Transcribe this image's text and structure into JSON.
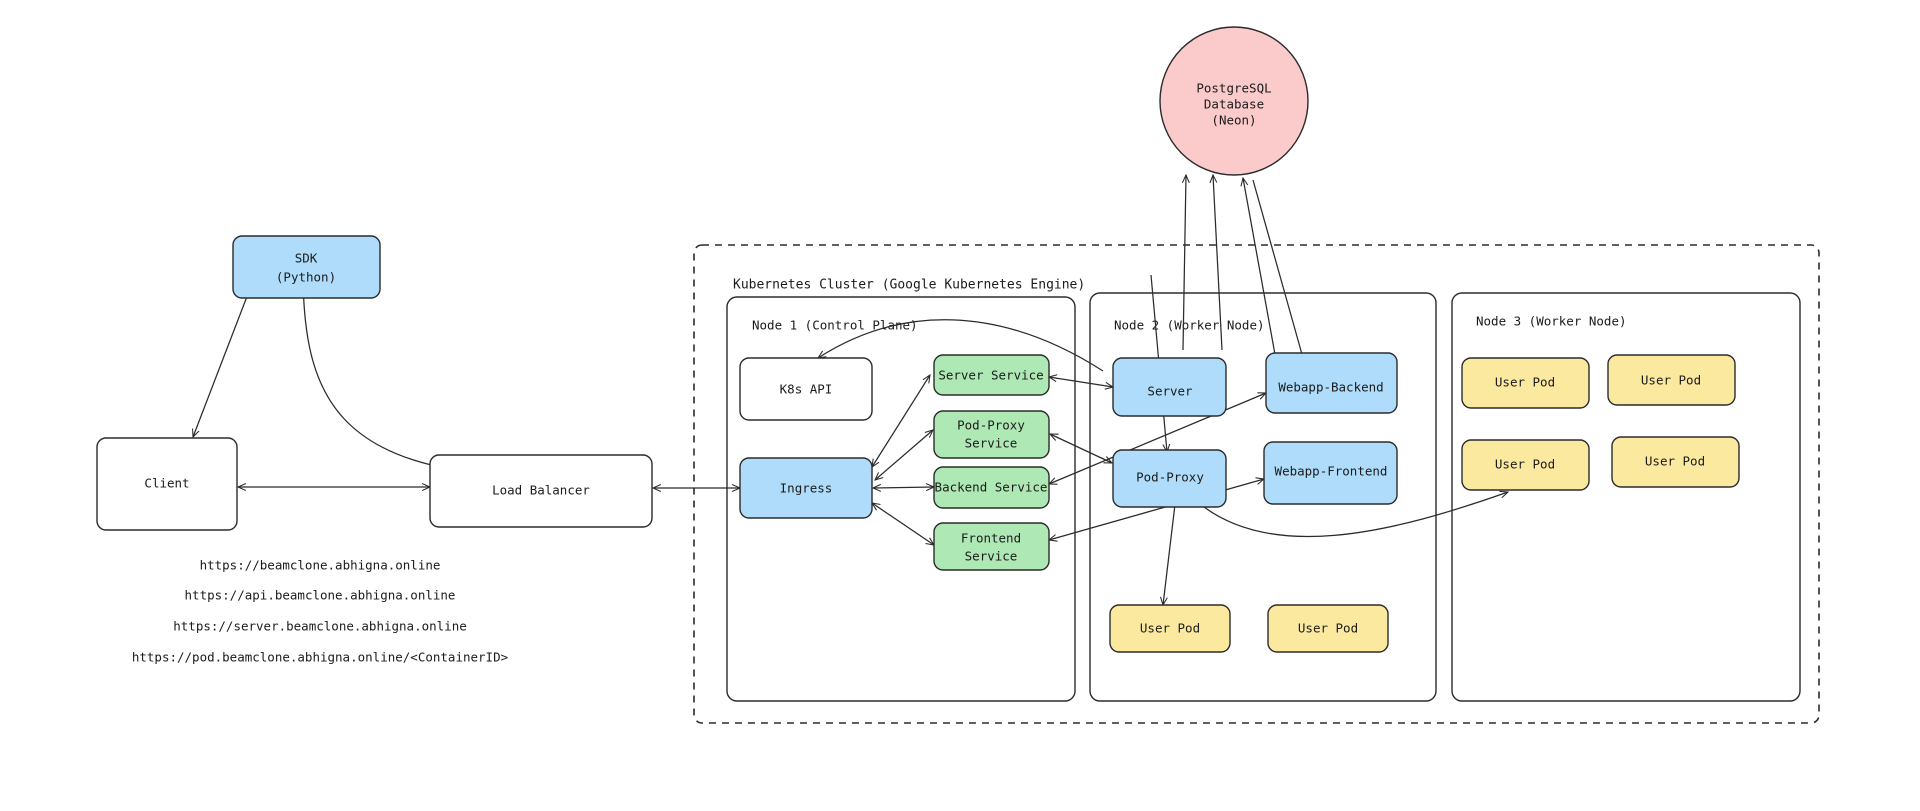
{
  "diagram": {
    "title": "Kubernetes deployment architecture",
    "colors": {
      "blue": "#aedcfa",
      "green": "#aee8b4",
      "yellow": "#fbe9a0",
      "pink": "#fbcbcb",
      "white": "#ffffff",
      "stroke": "#2b2b2b"
    }
  },
  "external": {
    "database": {
      "line1": "PostgreSQL",
      "line2": "Database",
      "line3": "(Neon)"
    },
    "sdk": {
      "line1": "SDK",
      "line2": "(Python)"
    },
    "client": {
      "label": "Client"
    },
    "load_balancer": {
      "label": "Load Balancer"
    }
  },
  "urls": [
    "https://beamclone.abhigna.online",
    "https://api.beamclone.abhigna.online",
    "https://server.beamclone.abhigna.online",
    "https://pod.beamclone.abhigna.online/<ContainerID>"
  ],
  "cluster": {
    "label": "Kubernetes Cluster (Google Kubernetes Engine)",
    "nodes": [
      {
        "label": "Node 1 (Control Plane)",
        "items": [
          {
            "label": "K8s API",
            "color": "white"
          },
          {
            "label": "Ingress",
            "color": "blue"
          },
          {
            "label": "Server Service",
            "color": "green"
          },
          {
            "line1": "Pod-Proxy",
            "line2": "Service",
            "color": "green"
          },
          {
            "label": "Backend Service",
            "color": "green"
          },
          {
            "line1": "Frontend",
            "line2": "Service",
            "color": "green"
          }
        ]
      },
      {
        "label": "Node 2 (Worker Node)",
        "items": [
          {
            "label": "Server",
            "color": "blue"
          },
          {
            "label": "Webapp-Backend",
            "color": "blue"
          },
          {
            "label": "Pod-Proxy",
            "color": "blue"
          },
          {
            "label": "Webapp-Frontend",
            "color": "blue"
          },
          {
            "label": "User Pod",
            "color": "yellow"
          },
          {
            "label": "User Pod",
            "color": "yellow"
          }
        ]
      },
      {
        "label": "Node 3 (Worker Node)",
        "items": [
          {
            "label": "User Pod",
            "color": "yellow"
          },
          {
            "label": "User Pod",
            "color": "yellow"
          },
          {
            "label": "User Pod",
            "color": "yellow"
          },
          {
            "label": "User Pod",
            "color": "yellow"
          }
        ]
      }
    ]
  }
}
